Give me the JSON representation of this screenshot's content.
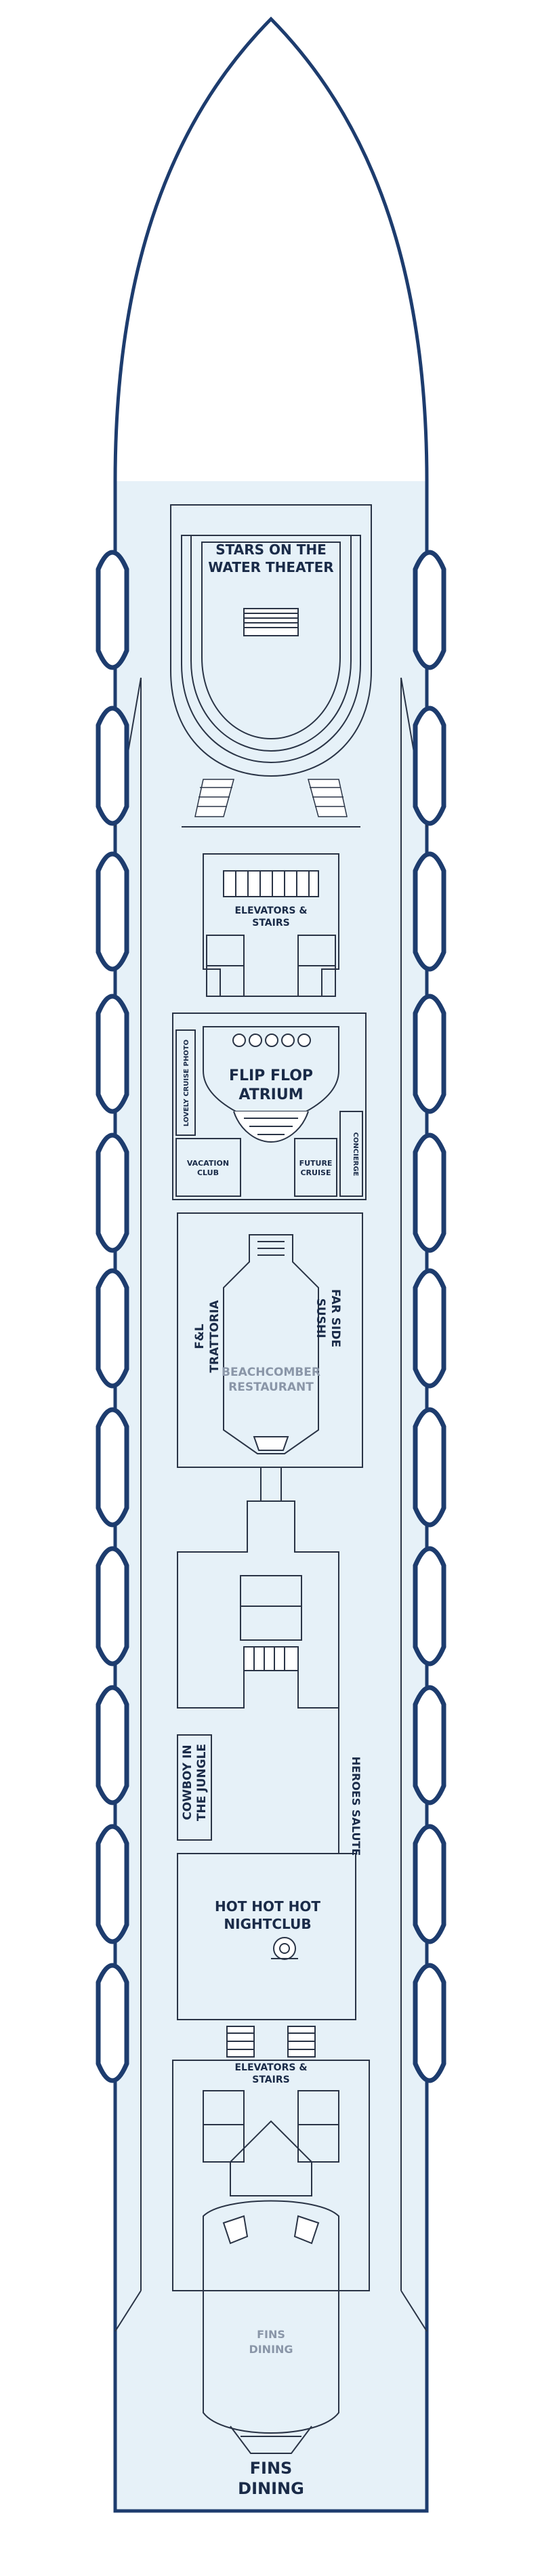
{
  "colors": {
    "hull_stroke": "#1d3c6e",
    "deck_fill": "#e6f1f8",
    "wall": "#2a3446",
    "text": "#1a2b48",
    "muted_text": "#8a96a8",
    "lifeboat_fill": "#ffffff"
  },
  "labels": {
    "theater_l1": "STARS ON THE",
    "theater_l2": "WATER THEATER",
    "elevators_fwd_l1": "ELEVATORS &",
    "elevators_fwd_l2": "STAIRS",
    "atrium_l1": "FLIP FLOP",
    "atrium_l2": "ATRIUM",
    "lovely_cruise_photo": "LOVELY CRUISE PHOTO",
    "vacation_club_l1": "VACATION",
    "vacation_club_l2": "CLUB",
    "future_cruise_l1": "FUTURE",
    "future_cruise_l2": "CRUISE",
    "concierge": "CONCIERGE",
    "trattoria_l1": "F&L",
    "trattoria_l2": "TRATTORIA",
    "sushi_l1": "FAR SIDE",
    "sushi_l2": "SUSHI",
    "beachcomber_l1": "BEACHCOMBER",
    "beachcomber_l2": "RESTAURANT",
    "cowboy_l1": "COWBOY IN",
    "cowboy_l2": "THE JUNGLE",
    "heroes_salute": "HEROES SALUTE",
    "nightclub_l1": "HOT HOT HOT",
    "nightclub_l2": "NIGHTCLUB",
    "elevators_aft_l1": "ELEVATORS &",
    "elevators_aft_l2": "STAIRS",
    "fins_inner_l1": "FINS",
    "fins_inner_l2": "DINING",
    "fins_main_l1": "FINS",
    "fins_main_l2": "DINING"
  }
}
